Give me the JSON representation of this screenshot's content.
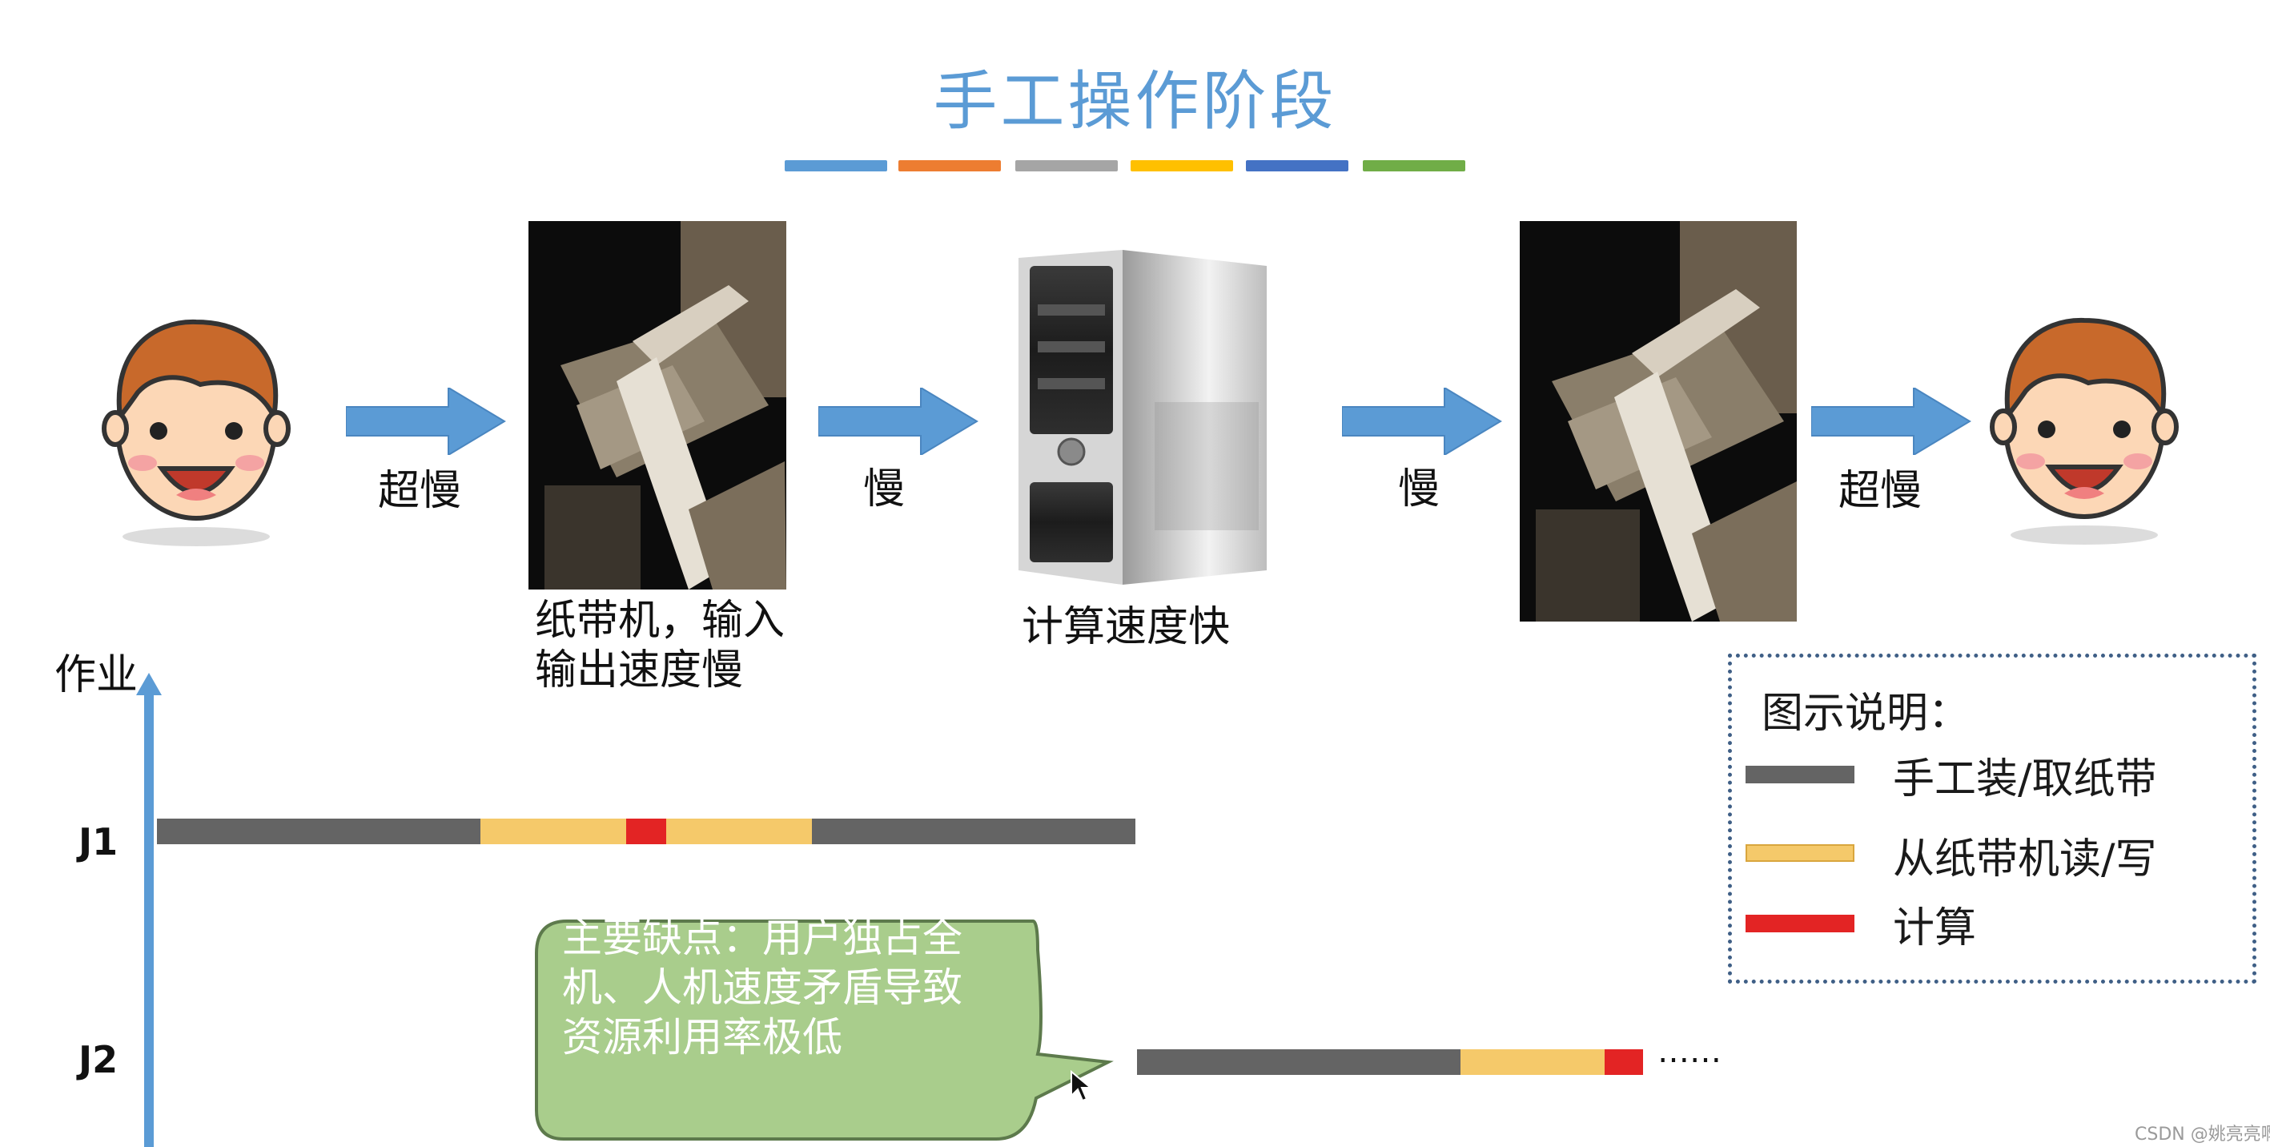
{
  "title": "手工操作阶段",
  "stripe_colors": [
    "#5b9bd5",
    "#ed7d31",
    "#a5a5a5",
    "#ffc000",
    "#4472c4",
    "#70ad47"
  ],
  "flow": {
    "arrow_labels": [
      "超慢",
      "慢",
      "慢",
      "超慢"
    ],
    "tape_machine_caption": [
      "纸带机，输入",
      "输出速度慢"
    ],
    "computer_caption": "计算速度快"
  },
  "axis": {
    "label": "作业"
  },
  "jobs": [
    {
      "name": "J1",
      "segments": [
        "manual",
        "io",
        "compute",
        "io",
        "manual"
      ]
    },
    {
      "name": "J2",
      "segments": [
        "manual",
        "io",
        "compute"
      ],
      "trailing": "……"
    }
  ],
  "legend": {
    "title": "图示说明：",
    "items": [
      {
        "label": "手工装/取纸带",
        "color": "#646464"
      },
      {
        "label": "从纸带机读/写",
        "color": "#f5c96a"
      },
      {
        "label": "计算",
        "color": "#e32424"
      }
    ]
  },
  "callout": {
    "lines": [
      "主要缺点：用户独占全",
      "机、人机速度矛盾导致",
      "资源利用率极低"
    ]
  },
  "watermark": "CSDN @姚亮亮啊"
}
